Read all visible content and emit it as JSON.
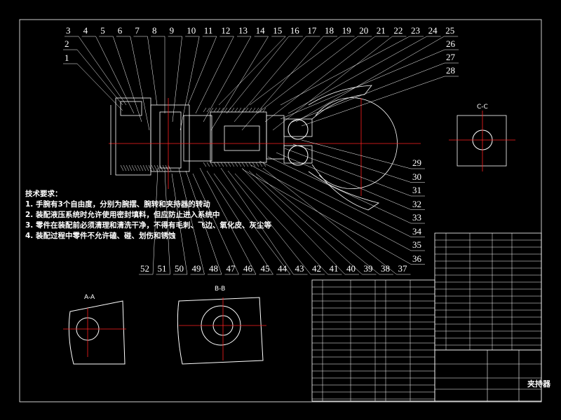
{
  "colors": {
    "background": "#000000",
    "lines": "#ffffff",
    "centerline": "#ff2020"
  },
  "labels": {
    "top": [
      "3",
      "4",
      "5",
      "6",
      "7",
      "8",
      "9",
      "10",
      "11",
      "12",
      "13",
      "14",
      "15",
      "16",
      "17",
      "18",
      "19",
      "20",
      "21",
      "22",
      "23",
      "24",
      "25"
    ],
    "left": [
      "2",
      "1"
    ],
    "right_top": [
      "26",
      "27",
      "28"
    ],
    "right": [
      "29",
      "30",
      "31",
      "32",
      "33",
      "34",
      "35",
      "36"
    ],
    "bottom": [
      "52",
      "51",
      "50",
      "49",
      "48",
      "47",
      "46",
      "45",
      "44",
      "43",
      "42",
      "41",
      "40",
      "39",
      "38",
      "37"
    ]
  },
  "sections": {
    "aa": "A-A",
    "bb": "B-B",
    "cc": "C-C"
  },
  "tech": {
    "heading": "技术要求：",
    "items": [
      "1. 手腕有3个自由度，分别为腕摆、腕转和夹持器的转动",
      "2. 装配液压系统时允许使用密封填料，但应防止进入系统中",
      "3. 零件在装配前必须清理和清洗干净，不得有毛刺、飞边、氧化皮、灰尘等",
      "4. 装配过程中零件不允许磕、碰、划伤和锈蚀"
    ]
  },
  "title_block": {
    "drawing_name": "夹持器"
  }
}
